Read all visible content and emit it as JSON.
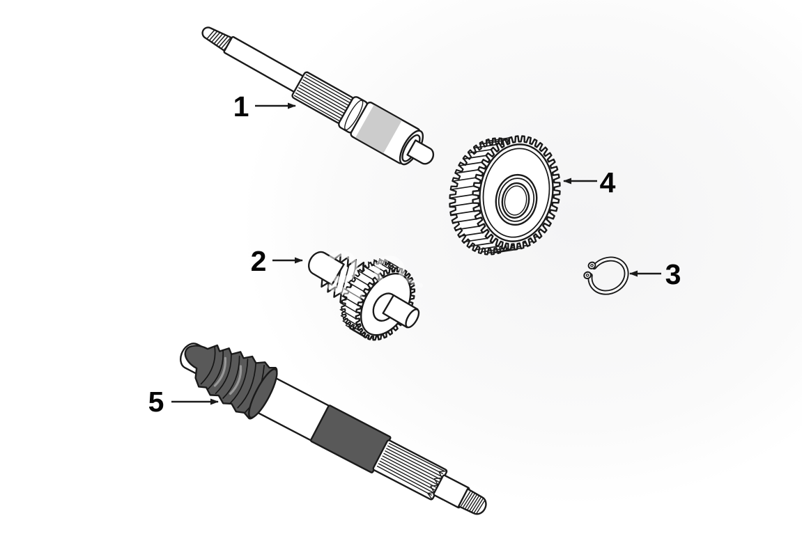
{
  "callouts": [
    {
      "label": "1"
    },
    {
      "label": "2"
    },
    {
      "label": "3"
    },
    {
      "label": "4"
    },
    {
      "label": "5"
    }
  ],
  "colors": {
    "outline": "#1a1a1a",
    "label_text": "#060606",
    "light_band": "#cccccc",
    "dark_metal": "#595959",
    "fill_white": "#ffffff",
    "background": "#ffffff",
    "watermark_tint": "#ffffff"
  }
}
